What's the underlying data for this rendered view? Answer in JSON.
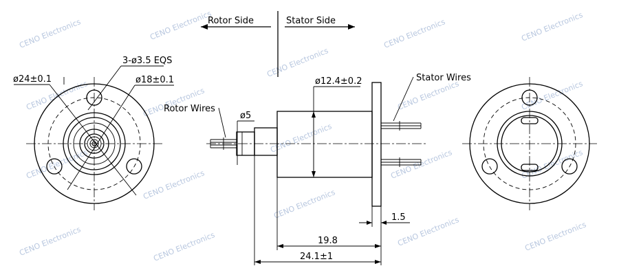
{
  "labels": {
    "rotor_side": "Rotor Side",
    "stator_side": "Stator Side",
    "holes": "3-ø3.5 EQS",
    "dia_24": "ø24±0.1",
    "dia_18": "ø18±0.1",
    "dia_12_4": "ø12.4±0.2",
    "dia_5": "ø5",
    "rotor_wires": "Rotor Wires",
    "stator_wires": "Stator Wires",
    "dim_1_5": "1.5",
    "dim_19_8": "19.8",
    "dim_24_1": "24.1±1"
  },
  "watermark": {
    "text": "CENO Electronics",
    "color": "#b8c7df"
  }
}
